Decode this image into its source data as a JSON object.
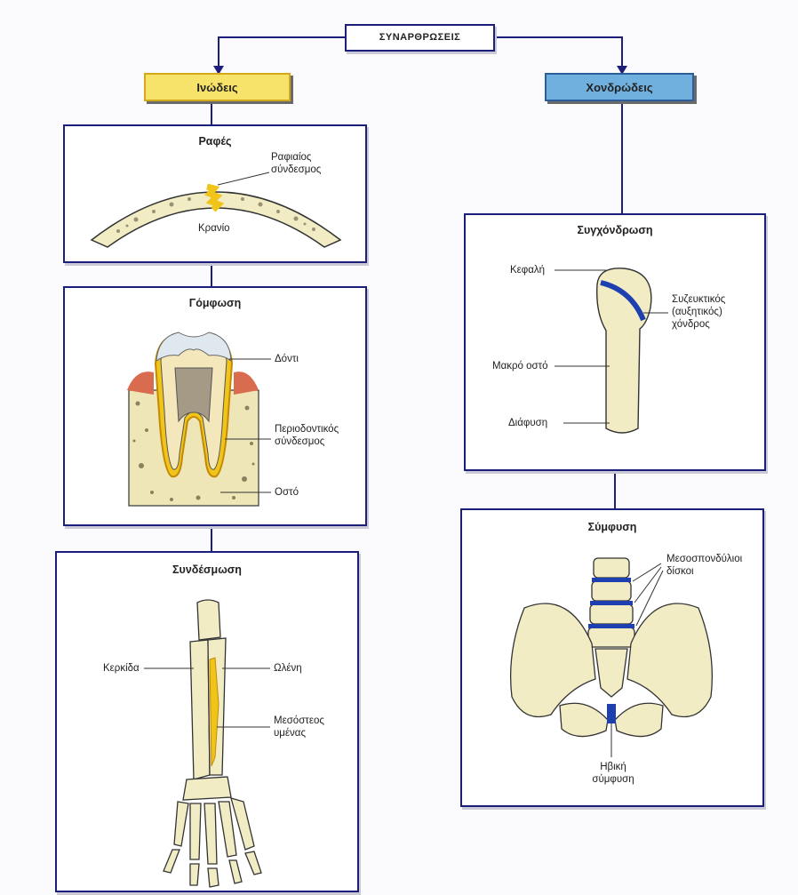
{
  "root": {
    "title": "ΣΥΝΑΡΘΡΩΣΕΙΣ"
  },
  "left_header": {
    "label": "Ινώδεις",
    "color": "#f7e36a"
  },
  "right_header": {
    "label": "Χονδρώδεις",
    "color": "#6fb0de"
  },
  "panels": {
    "rafes": {
      "title": "Ραφές",
      "labels": {
        "ligament": "Ραφιαίος σύνδεσμος",
        "skull": "Κρανίο"
      }
    },
    "gomfosi": {
      "title": "Γόμφωση",
      "labels": {
        "tooth": "Δόντι",
        "periodontal": "Περιοδοντικός σύνδεσμος",
        "bone": "Οστό"
      }
    },
    "syndesmosi": {
      "title": "Συνδέσμωση",
      "labels": {
        "radius": "Κερκίδα",
        "ulna": "Ωλένη",
        "membrane": "Μεσόστεος υμένας"
      }
    },
    "sygxondrosi": {
      "title": "Συγχόνδρωση",
      "labels": {
        "head": "Κεφαλή",
        "cartilage": "Συζευκτικός (αυξητικός) χόνδρος",
        "long_bone": "Μακρό οστό",
        "diaphysis": "Διάφυση"
      }
    },
    "symfysi": {
      "title": "Σύμφυση",
      "labels": {
        "discs": "Μεσοσπονδύλιοι δίσκοι",
        "pubic": "Ηβική σύμφυση"
      }
    }
  },
  "colors": {
    "border": "#1b1f7a",
    "bone": "#f2ecc4",
    "cartilage": "#1e3fb0",
    "ligament": "#f0c419"
  }
}
